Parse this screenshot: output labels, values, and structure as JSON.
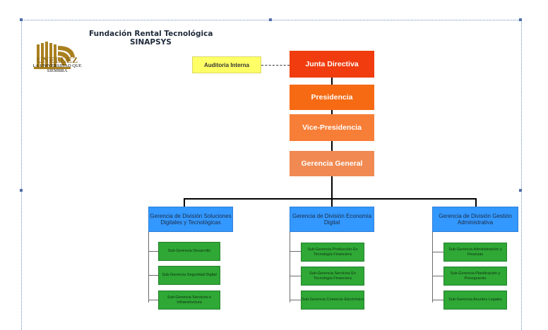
{
  "header": {
    "company_name": "Fundación Rental Tecnológica",
    "system_name": "SINAPSYS",
    "logo_acronym": "UNELLEZ",
    "logo_tagline": "LA UNIVERSIDAD QUE SIEMBRA",
    "logo_color": "#8f6a1c"
  },
  "org_chart": {
    "audit": "Auditoria Interna",
    "executive": [
      {
        "label": "Junta Directiva",
        "color": "#f03c0e"
      },
      {
        "label": "Presidencia",
        "color": "#f66a14"
      },
      {
        "label": "Vice-Presidencia",
        "color": "#f77e37"
      },
      {
        "label": "Gerencia General",
        "color": "#f08a52"
      }
    ],
    "divisions": [
      {
        "label": "Gerencia de División Soluciones Digitales y Tecnológicas",
        "subs": [
          "Sub-Gerencia Desarrollo",
          "Sub-Gerencia Seguridad Digital",
          "Sub-Gerencia Servicios e Infraestructura"
        ]
      },
      {
        "label": "Gerencia de División Economía Digital",
        "subs": [
          "Sub-Gerencia Producción En Tecnología Financiera",
          "Sub-Gerencia Servicios En Tecnología Financiera",
          "Sub-Gerencia Comercio Electrónico"
        ]
      },
      {
        "label": "Gerencia de División Gestión Administrativa",
        "subs": [
          "Sub-Gerencia Administración y Finanzas",
          "Sub-Gerencia Planificación y Presupuesto",
          "Sub-Gerencia Asuntos Legales"
        ]
      }
    ]
  }
}
